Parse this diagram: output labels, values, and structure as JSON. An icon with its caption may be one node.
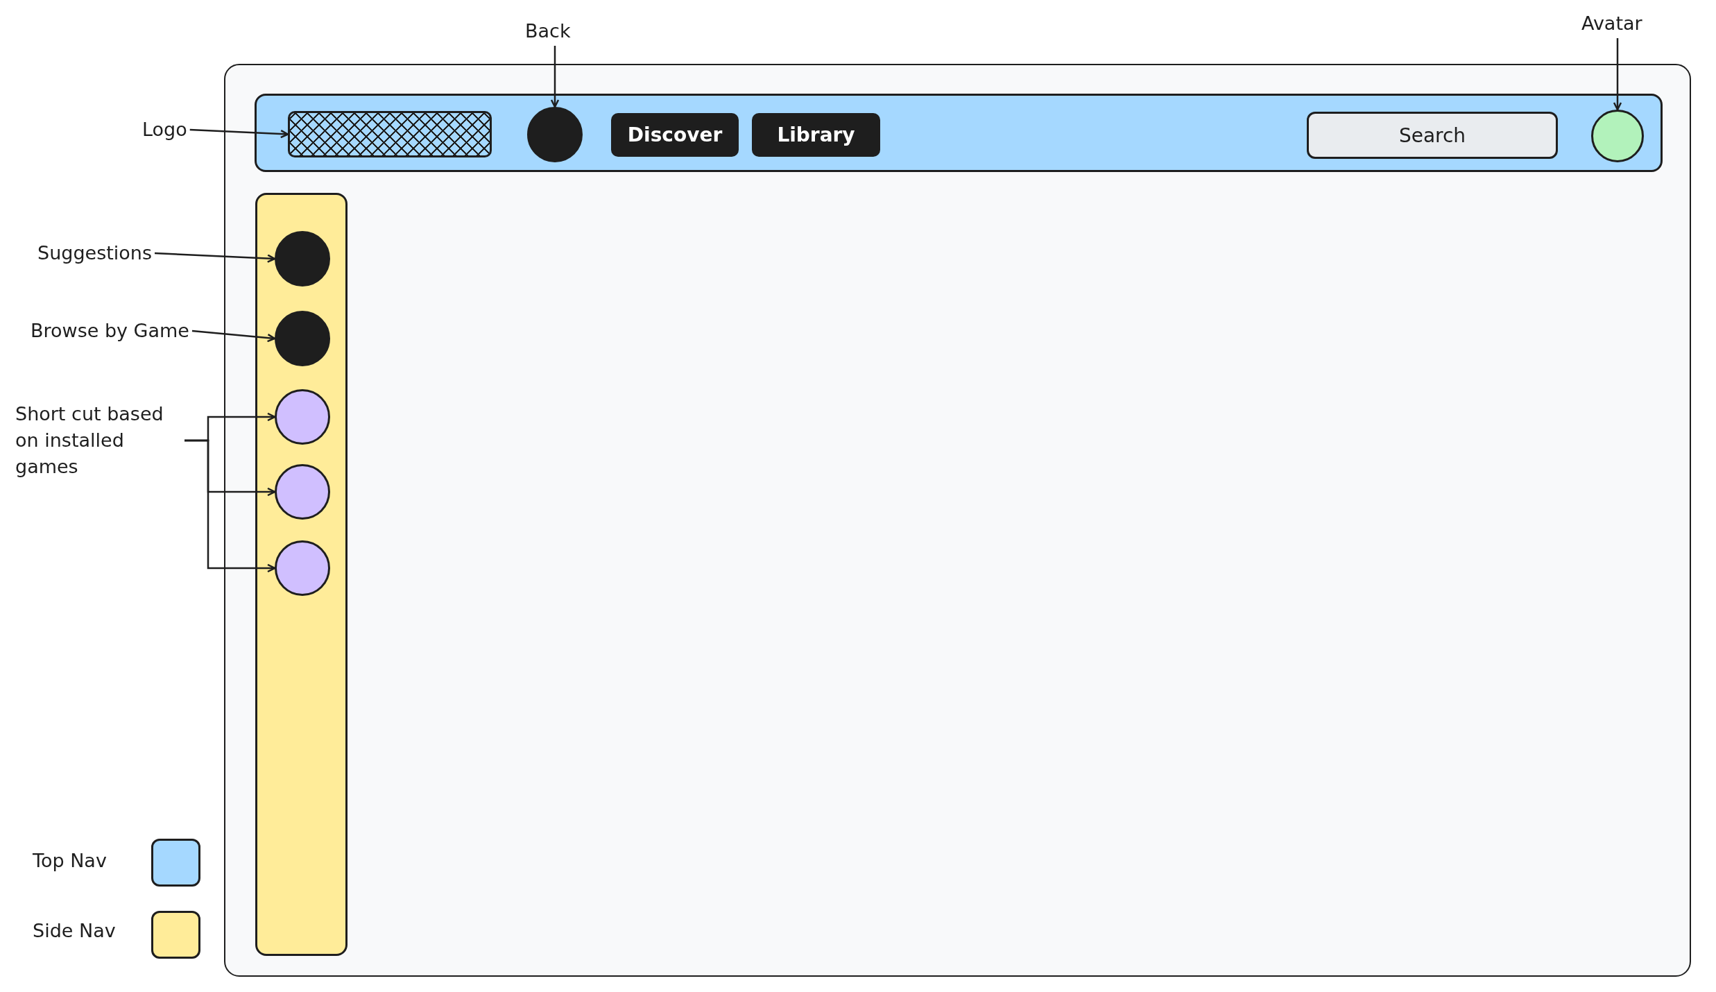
{
  "diagram": {
    "nodes": [
      {
        "text": [],
        "shape": "box"
      },
      {
        "text": [],
        "shape": "box",
        "in": 0
      },
      {
        "text": [],
        "shape": "box",
        "in": 1
      },
      {
        "text": [],
        "shape": "circle",
        "in": 1
      },
      {
        "text": [
          "Discover"
        ],
        "in": 1
      },
      {
        "text": [
          "Library"
        ],
        "in": 1
      },
      {
        "text": [
          "Search"
        ],
        "in": 1
      },
      {
        "text": [],
        "shape": "circle",
        "in": 1
      },
      {
        "text": [],
        "shape": "box",
        "in": 0
      },
      {
        "text": [],
        "shape": "circle",
        "in": 8
      },
      {
        "text": [],
        "shape": "circle",
        "in": 8
      },
      {
        "text": [],
        "shape": "circle",
        "in": 8
      },
      {
        "text": [],
        "shape": "circle",
        "in": 8
      },
      {
        "text": [],
        "shape": "circle",
        "in": 8
      },
      {
        "text": [
          "Logo"
        ]
      },
      {
        "text": [
          "Back"
        ]
      },
      {
        "text": [
          "Avatar"
        ]
      },
      {
        "text": [
          "Suggestions"
        ]
      },
      {
        "text": [
          "Browse by Game"
        ]
      },
      {
        "text": [
          "Short cut based on installed games"
        ]
      }
    ],
    "edges": [
      {
        "from": 14,
        "to": 2,
        "arrow": "to"
      },
      {
        "from": 15,
        "to": 3,
        "arrow": "to"
      },
      {
        "from": 16,
        "to": 7,
        "arrow": "to"
      },
      {
        "from": 17,
        "to": 9,
        "arrow": "to"
      },
      {
        "from": 18,
        "to": 10,
        "arrow": "to"
      },
      {
        "from": 19,
        "to": 11,
        "arrow": "to"
      },
      {
        "from": 19,
        "to": 12,
        "arrow": "to"
      },
      {
        "from": 19,
        "to": 13,
        "arrow": "to"
      }
    ],
    "legend": [
      {
        "text": "Top Nav",
        "color": "#a5d8ff"
      },
      {
        "text": "Side Nav",
        "color": "#ffec99"
      }
    ]
  }
}
